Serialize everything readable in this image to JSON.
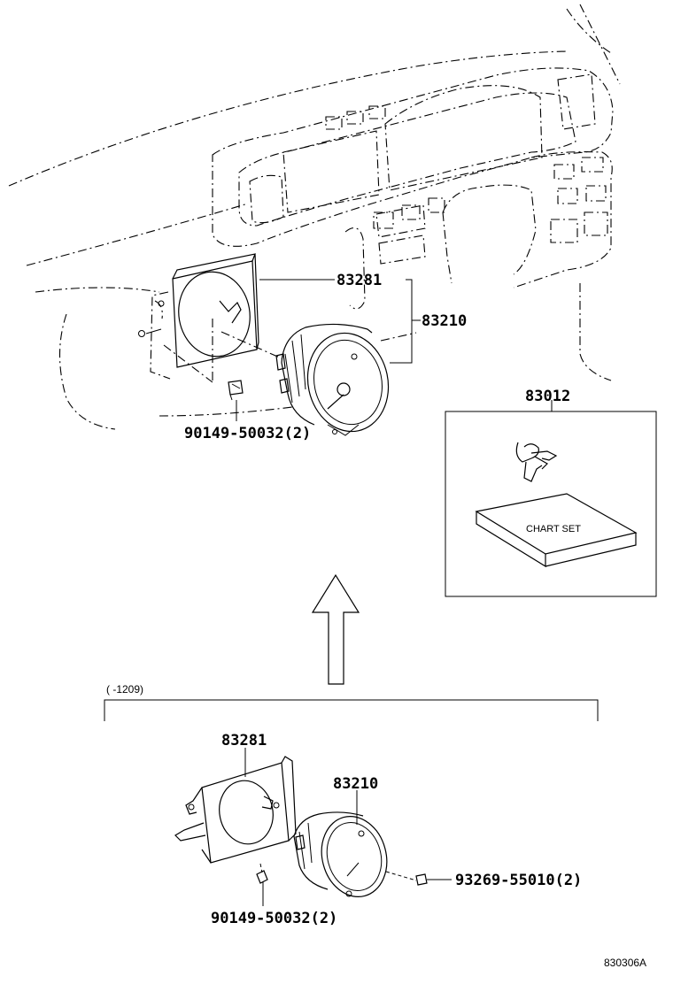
{
  "diagram": {
    "upper": {
      "labels": {
        "p83281": "83281",
        "p83210": "83210",
        "p90149": "90149-50032(2)",
        "p83012": "83012"
      },
      "box": {
        "chart_set": "CHART SET"
      }
    },
    "lower": {
      "range_note": "(      -1209)",
      "labels": {
        "p83281": "83281",
        "p83210": "83210",
        "p93269": "93269-55010(2)",
        "p90149": "90149-50032(2)"
      }
    },
    "figure_code": "830306A"
  }
}
